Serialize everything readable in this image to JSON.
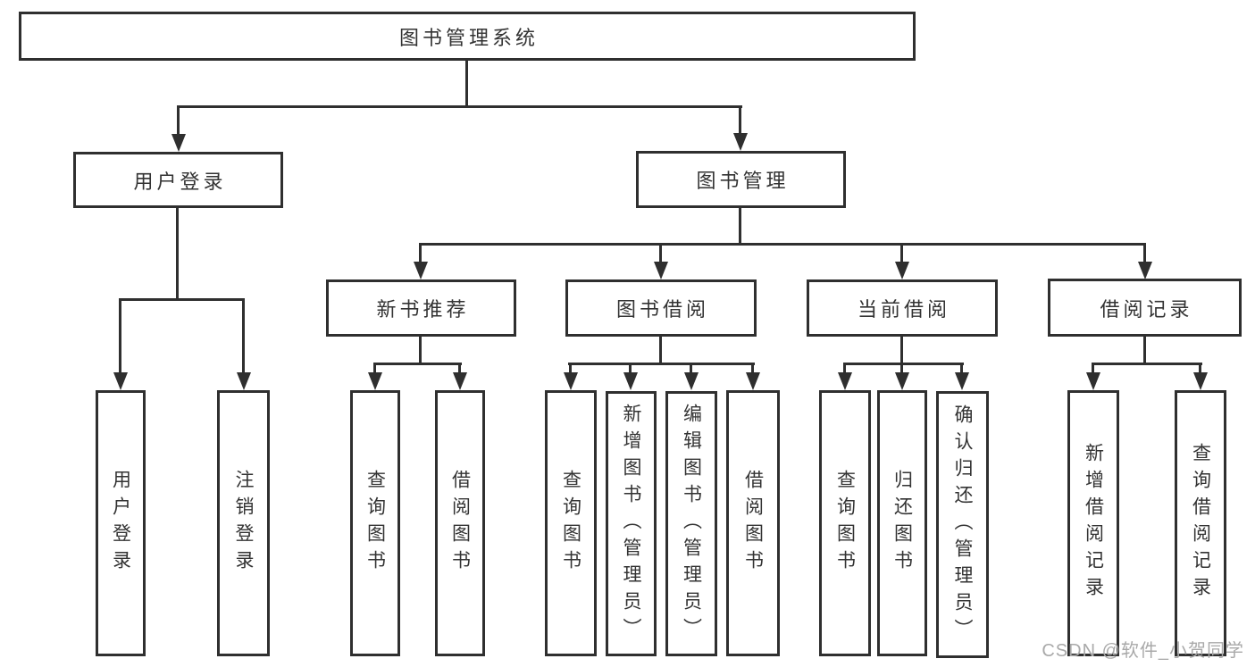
{
  "diagram": {
    "title_node": "图书管理系统",
    "nodes": {
      "root": "图书管理系统",
      "user_login": "用户登录",
      "book_mgmt": "图书管理",
      "new_book_rec": "新书推荐",
      "book_borrow": "图书借阅",
      "current_borrow": "当前借阅",
      "borrow_records": "借阅记录",
      "leaf_user_login": "用户登录",
      "leaf_logout": "注销登录",
      "leaf_nb_query": "查询图书",
      "leaf_nb_borrow": "借阅图书",
      "leaf_bb_query": "查询图书",
      "leaf_bb_add": "新增图书（管理员）",
      "leaf_bb_edit": "编辑图书（管理员）",
      "leaf_bb_borrow": "借阅图书",
      "leaf_cb_query": "查询图书",
      "leaf_cb_return": "归还图书",
      "leaf_cb_confirm": "确认归还（管理员）",
      "leaf_br_add": "新增借阅记录",
      "leaf_br_query": "查询借阅记录"
    },
    "edges": [
      "图书管理系统→用户登录",
      "图书管理系统→图书管理",
      "用户登录→用户登录",
      "用户登录→注销登录",
      "图书管理→新书推荐",
      "图书管理→图书借阅",
      "图书管理→当前借阅",
      "图书管理→借阅记录",
      "新书推荐→查询图书",
      "新书推荐→借阅图书",
      "图书借阅→查询图书",
      "图书借阅→新增图书（管理员）",
      "图书借阅→编辑图书（管理员）",
      "图书借阅→借阅图书",
      "当前借阅→查询图书",
      "当前借阅→归还图书",
      "当前借阅→确认归还（管理员）",
      "借阅记录→新增借阅记录",
      "借阅记录→查询借阅记录"
    ]
  },
  "watermark": "CSDN @软件_小贺同学",
  "colors": {
    "line": "#2f2f2f",
    "text": "#333333",
    "watermark": "#a9a9a9",
    "background": "#ffffff"
  }
}
